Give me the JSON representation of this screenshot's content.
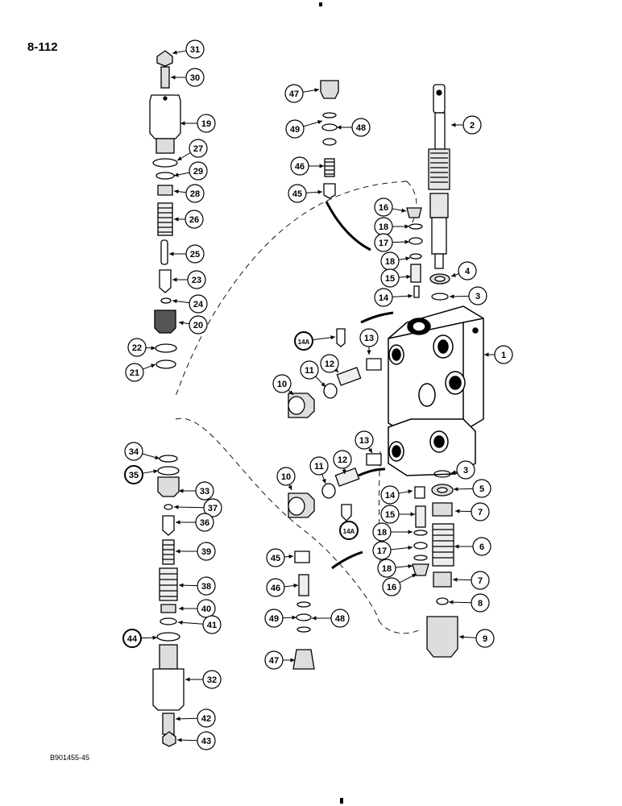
{
  "page": {
    "number": "8-112",
    "figure_id": "B901455-45"
  },
  "callouts": [
    "31",
    "30",
    "19",
    "27",
    "29",
    "28",
    "26",
    "25",
    "23",
    "24",
    "20",
    "22",
    "21",
    "47",
    "49",
    "48",
    "46",
    "45",
    "2",
    "16",
    "18",
    "17",
    "18",
    "15",
    "14",
    "4",
    "3",
    "14A",
    "13",
    "12",
    "11",
    "10",
    "1",
    "34",
    "35",
    "33",
    "37",
    "36",
    "39",
    "38",
    "40",
    "41",
    "44",
    "32",
    "42",
    "43",
    "3",
    "5",
    "13",
    "12",
    "11",
    "10",
    "14",
    "15",
    "7",
    "18",
    "17",
    "6",
    "14A",
    "45",
    "18",
    "16",
    "7",
    "46",
    "49",
    "48",
    "8",
    "47",
    "9"
  ],
  "colors": {
    "ink": "#000000",
    "paper": "#ffffff",
    "shade": "#cfcfcf"
  }
}
